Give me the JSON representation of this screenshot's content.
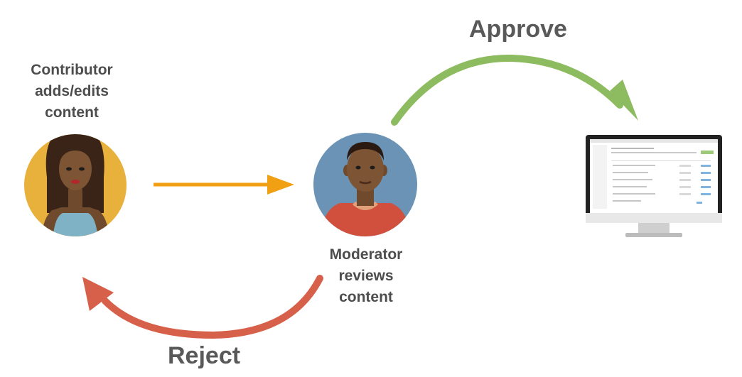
{
  "contributor": {
    "label_lines": [
      "Contributor",
      "adds/edits",
      "content"
    ]
  },
  "moderator": {
    "label_lines": [
      "Moderator",
      "reviews",
      "content"
    ]
  },
  "approve_label": "Approve",
  "reject_label": "Reject",
  "colors": {
    "submit_arrow": "#f0a012",
    "approve_arrow": "#8dbb5f",
    "reject_arrow": "#d7604a",
    "contributor_bg": "#e8b13c",
    "moderator_bg": "#6a93b5"
  },
  "icons": [
    "contributor-avatar",
    "moderator-avatar",
    "monitor-icon"
  ]
}
